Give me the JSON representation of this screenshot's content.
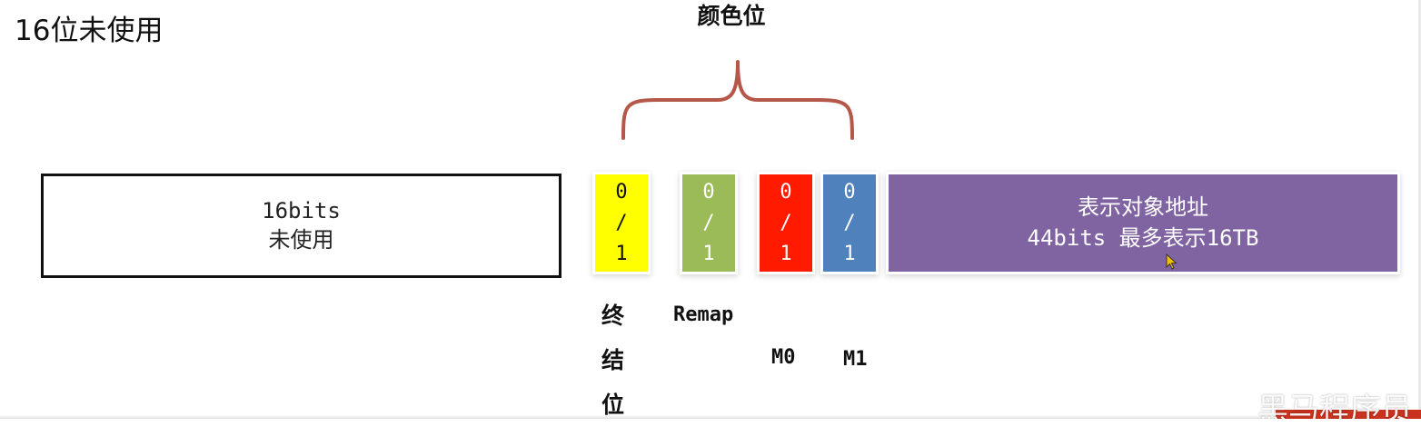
{
  "slide": {
    "title": "16位未使用"
  },
  "brace": {
    "label": "颜色位"
  },
  "unused_box": {
    "line1": "16bits",
    "line2": "未使用"
  },
  "bits": [
    {
      "name": "final",
      "top": "0",
      "mid": "/",
      "bot": "1",
      "color": "#ffff00"
    },
    {
      "name": "remap",
      "top": "0",
      "mid": "/",
      "bot": "1",
      "color": "#9bbb59"
    },
    {
      "name": "m0",
      "top": "0",
      "mid": "/",
      "bot": "1",
      "color": "#ff1a00"
    },
    {
      "name": "m1",
      "top": "0",
      "mid": "/",
      "bot": "1",
      "color": "#4f81bd"
    }
  ],
  "address_box": {
    "line1": "表示对象地址",
    "line2": "44bits 最多表示16TB",
    "color": "#8064a2"
  },
  "labels": {
    "final": "终结位",
    "remap": "Remap",
    "m0": "M0",
    "m1": "M1"
  },
  "watermark": {
    "text": "黑马程序员"
  },
  "colors": {
    "brace": "#b5584a"
  },
  "icons": {
    "cursor": "mouse-pointer-icon"
  }
}
